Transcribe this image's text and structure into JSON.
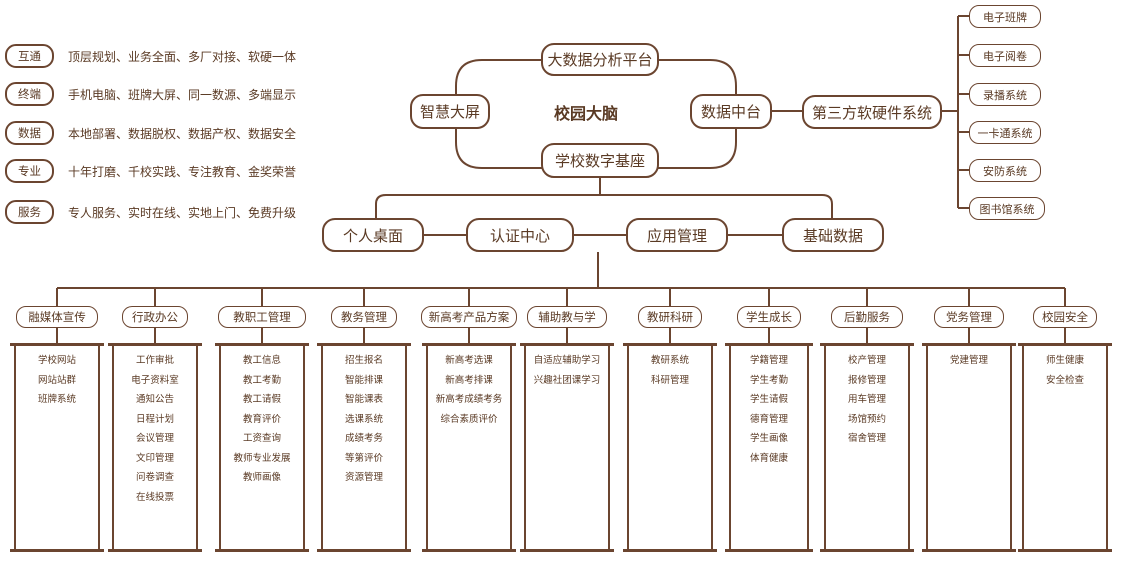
{
  "center_title": "校园大脑",
  "legend": [
    {
      "label": "互通",
      "text": "顶层规划、业务全面、多厂对接、软硬一体"
    },
    {
      "label": "终端",
      "text": "手机电脑、班牌大屏、同一数源、多端显示"
    },
    {
      "label": "数据",
      "text": "本地部署、数据脱权、数据产权、数据安全"
    },
    {
      "label": "专业",
      "text": "十年打磨、千校实践、专注教育、金奖荣誉"
    },
    {
      "label": "服务",
      "text": "专人服务、实时在线、实地上门、免费升级"
    }
  ],
  "core": {
    "top": "大数据分析平台",
    "left": "智慧大屏",
    "right": "数据中台",
    "bottom": "学校数字基座"
  },
  "third_party": {
    "label": "第三方软硬件系统",
    "items": [
      "电子班牌",
      "电子阅卷",
      "录播系统",
      "一卡通系统",
      "安防系统",
      "图书馆系统"
    ]
  },
  "mid_row": [
    "个人桌面",
    "认证中心",
    "应用管理",
    "基础数据"
  ],
  "modules": [
    {
      "title": "融媒体宣传",
      "items": [
        "学校网站",
        "网站站群",
        "班牌系统"
      ]
    },
    {
      "title": "行政办公",
      "items": [
        "工作审批",
        "电子资料室",
        "通知公告",
        "日程计划",
        "会议管理",
        "文印管理",
        "问卷调查",
        "在线投票"
      ]
    },
    {
      "title": "教职工管理",
      "items": [
        "教工信息",
        "教工考勤",
        "教工请假",
        "教育评价",
        "工资查询",
        "教师专业发展",
        "教师画像"
      ]
    },
    {
      "title": "教务管理",
      "items": [
        "招生报名",
        "智能排课",
        "智能课表",
        "选课系统",
        "成绩考务",
        "等第评价",
        "资源管理"
      ]
    },
    {
      "title": "新高考产品方案",
      "items": [
        "新高考选课",
        "新高考排课",
        "新高考成绩考务",
        "综合素质评价"
      ]
    },
    {
      "title": "辅助教与学",
      "items": [
        "自适应辅助学习",
        "兴趣社团课学习"
      ]
    },
    {
      "title": "教研科研",
      "items": [
        "教研系统",
        "科研管理"
      ]
    },
    {
      "title": "学生成长",
      "items": [
        "学籍管理",
        "学生考勤",
        "学生请假",
        "德育管理",
        "学生画像",
        "体育健康"
      ]
    },
    {
      "title": "后勤服务",
      "items": [
        "校产管理",
        "报修管理",
        "用车管理",
        "场馆预约",
        "宿舍管理"
      ]
    },
    {
      "title": "党务管理",
      "items": [
        "党建管理"
      ]
    },
    {
      "title": "校园安全",
      "items": [
        "师生健康",
        "安全检查"
      ]
    }
  ]
}
